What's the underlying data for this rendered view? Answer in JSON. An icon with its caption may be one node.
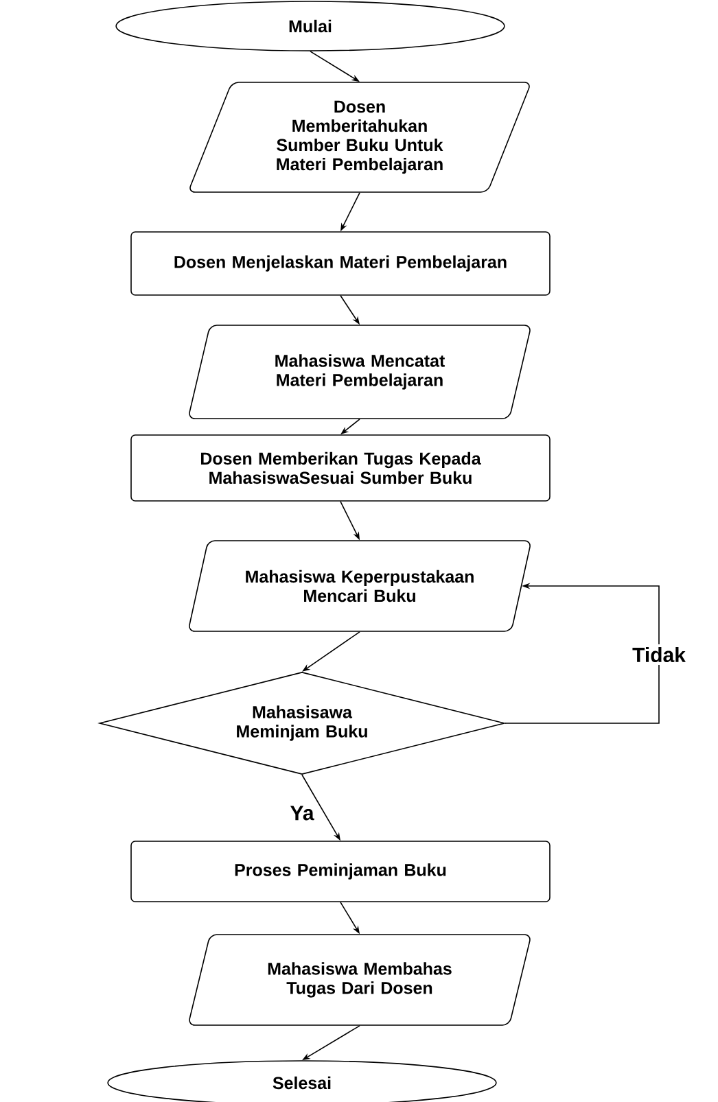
{
  "diagram": {
    "nodes": [
      {
        "text": [
          "Mulai"
        ]
      },
      {
        "text": [
          "Dosen Memberitahukan Sumber Buku Untuk Materi Pembelajaran"
        ]
      },
      {
        "text": [
          "Dosen Menjelaskan Materi Pembelajaran"
        ]
      },
      {
        "text": [
          "Mahasiswa Mencatat Materi Pembelajaran"
        ]
      },
      {
        "text": [
          "Dosen Memberikan Tugas Kepada MahasiswaSesuai Sumber Buku"
        ]
      },
      {
        "text": [
          "Mahasiswa Keperpustakaan Mencari Buku"
        ]
      },
      {
        "text": [
          "Mahasisawa Meminjam Buku"
        ]
      },
      {
        "text": [
          "Proses Peminjaman Buku"
        ]
      },
      {
        "text": [
          "Mahasiswa Membahas Tugas Dari Dosen"
        ]
      },
      {
        "text": [
          "Selesai"
        ]
      }
    ],
    "edges": [
      {
        "from": 0,
        "to": 1,
        "arrow": "to"
      },
      {
        "from": 1,
        "to": 2,
        "arrow": "to"
      },
      {
        "from": 2,
        "to": 3,
        "arrow": "to"
      },
      {
        "from": 3,
        "to": 4,
        "arrow": "to"
      },
      {
        "from": 4,
        "to": 5,
        "arrow": "to"
      },
      {
        "from": 5,
        "to": 6,
        "arrow": "to"
      },
      {
        "from": 6,
        "to": 7,
        "arrow": "to",
        "label": "Ya"
      },
      {
        "from": 7,
        "to": 8,
        "arrow": "to"
      },
      {
        "from": 8,
        "to": 9,
        "arrow": "to"
      },
      {
        "from": 6,
        "to": 5,
        "arrow": "to",
        "label": "Tidak"
      }
    ]
  }
}
